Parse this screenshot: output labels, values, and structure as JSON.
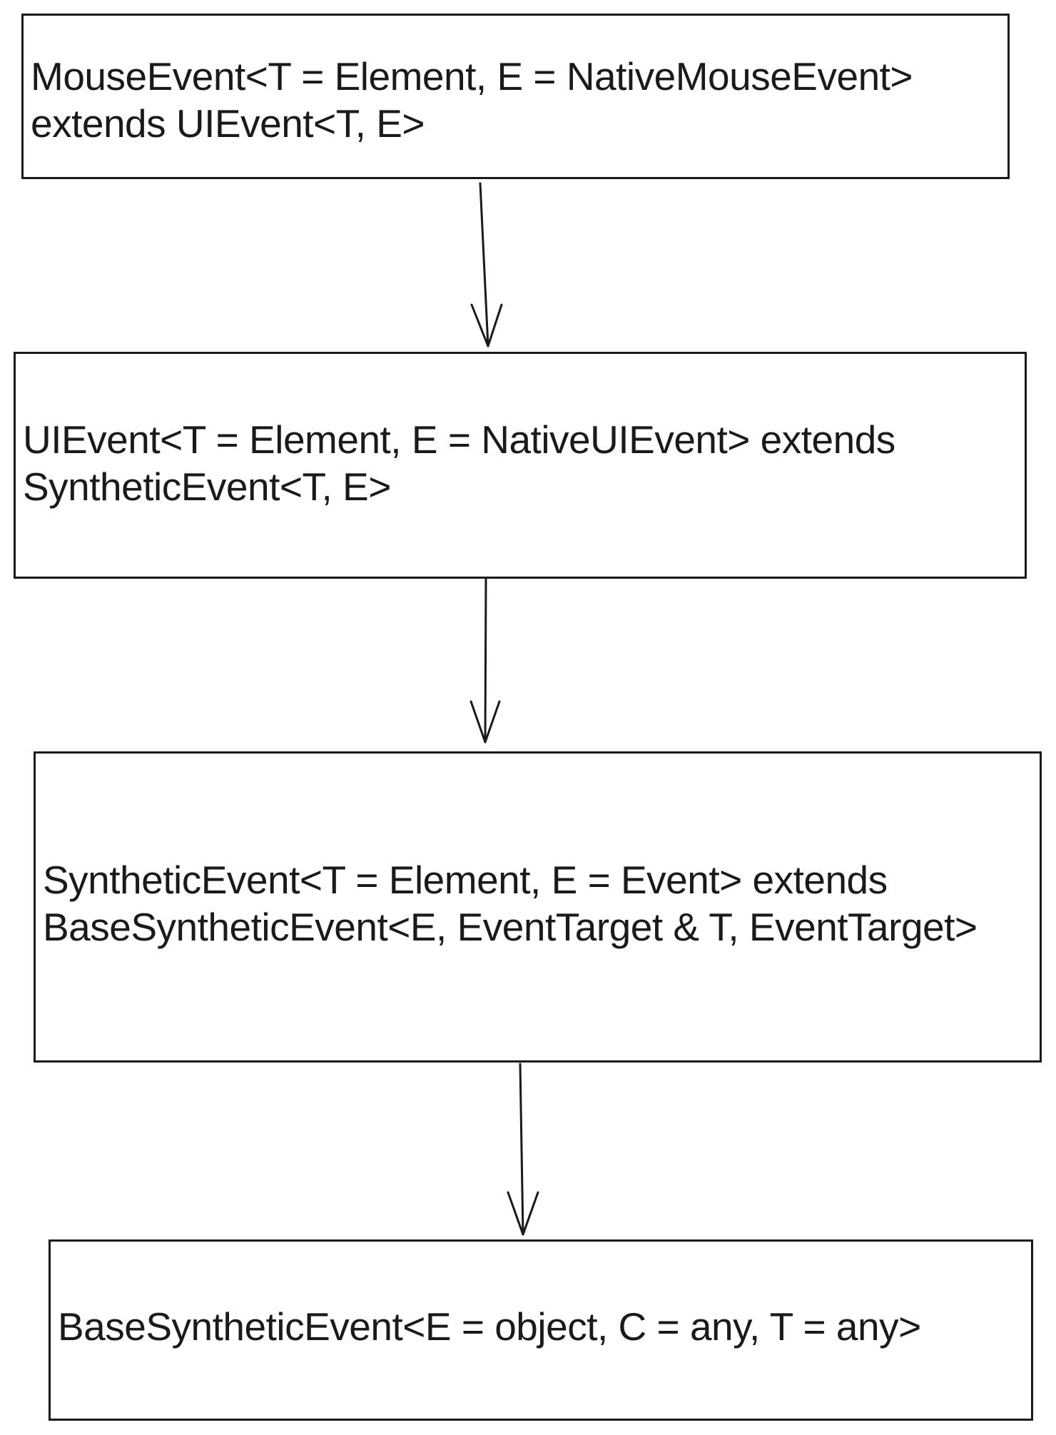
{
  "boxes": [
    {
      "id": "mouse-event",
      "line1": "MouseEvent<T = Element, E = NativeMouseEvent>",
      "line2": "extends UIEvent<T, E>"
    },
    {
      "id": "ui-event",
      "line1": "UIEvent<T = Element, E = NativeUIEvent> extends",
      "line2": "SyntheticEvent<T, E>"
    },
    {
      "id": "synthetic-event",
      "line1": "SyntheticEvent<T = Element, E = Event> extends",
      "line2": "BaseSyntheticEvent<E, EventTarget & T, EventTarget>"
    },
    {
      "id": "base-synthetic-event",
      "line1": "BaseSyntheticEvent<E = object, C = any, T = any>"
    }
  ],
  "connectors": [
    {
      "from": "mouse-event",
      "to": "ui-event"
    },
    {
      "from": "ui-event",
      "to": "synthetic-event"
    },
    {
      "from": "synthetic-event",
      "to": "base-synthetic-event"
    }
  ],
  "colors": {
    "stroke": "#1a1a1a",
    "background": "#ffffff"
  }
}
